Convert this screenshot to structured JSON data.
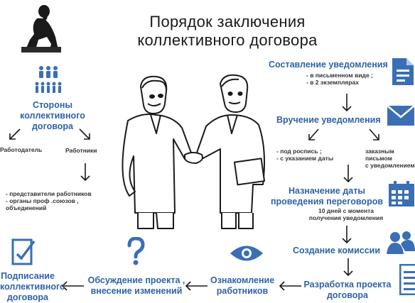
{
  "title_line1": "Порядок  заключения",
  "title_line2": "коллективного   договора",
  "colors": {
    "blue": "#2f63a6",
    "dark": "#1a1a1a",
    "icon_blue": "#3a6fb5"
  },
  "left": {
    "parties_title": "Стороны  коллективного\nдоговора",
    "employer": "Работодатель",
    "employees": "Работники",
    "reps": "- представители   работников\n- органы  проф .союзов ,\nобъединений"
  },
  "right": {
    "compose_title": "Составление  уведомления",
    "compose_items": "- в письменном  виде ;\n- в 2 экземплярах",
    "deliver_title": "Вручение  уведомления",
    "deliver_left": "- под  роспись ;\n- с указанием  даты",
    "deliver_right": "заказным\nписьмом\nс уведомлением",
    "date_title": "Назначение  даты\nпроведения  переговоров",
    "date_note": "10 дней с момента\nполучения  уведомления",
    "commission": "Создание  комиссии",
    "develop": "Разработка  проекта\nдоговора"
  },
  "bottom": {
    "familiarize": "Ознакомление\nработников",
    "discuss": "Обсуждение  проекта ,\nвнесение  изменений",
    "sign": "Подписание\nколлективного\nдоговора"
  },
  "icons": [
    "thinker-icon",
    "people-icon",
    "document-icon",
    "envelope-icon",
    "calendar-icon",
    "group-icon",
    "doc-list-icon",
    "eye-icon",
    "question-icon",
    "signed-document-icon",
    "handshake-illustration"
  ]
}
